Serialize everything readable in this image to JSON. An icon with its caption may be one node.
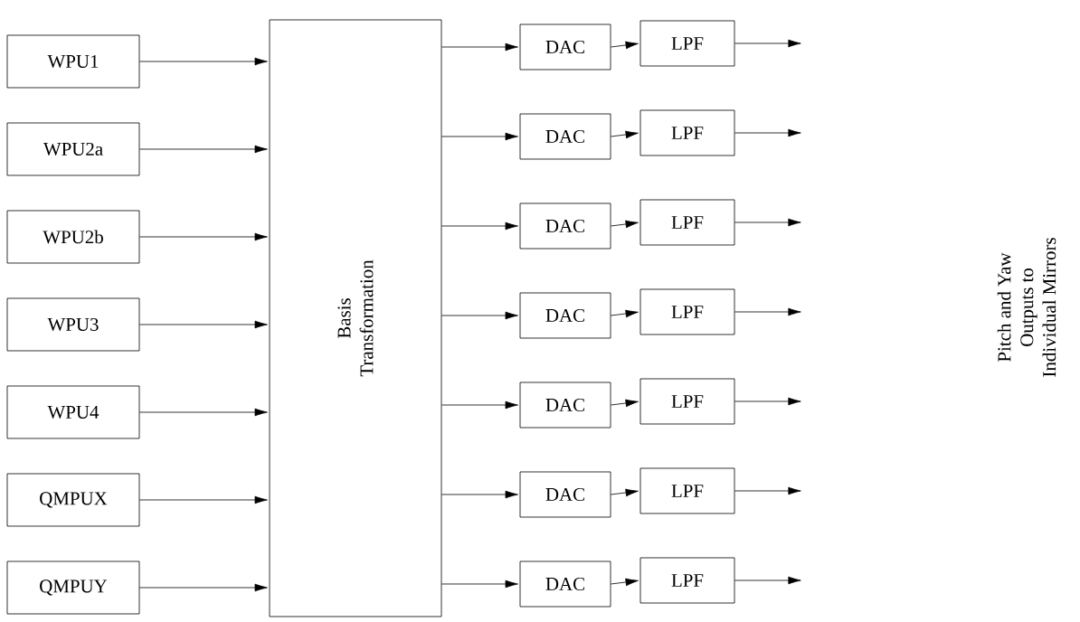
{
  "diagram": {
    "nodes": [
      {
        "text": [
          "WPU1"
        ]
      },
      {
        "text": [
          "WPU2a"
        ]
      },
      {
        "text": [
          "WPU2b"
        ]
      },
      {
        "text": [
          "WPU3"
        ]
      },
      {
        "text": [
          "WPU4"
        ]
      },
      {
        "text": [
          "QMPUX"
        ]
      },
      {
        "text": [
          "QMPUY"
        ]
      },
      {
        "text": [
          "Basis Transformation"
        ]
      },
      {
        "text": [
          "DAC"
        ]
      },
      {
        "text": [
          "LPF"
        ]
      },
      {
        "text": [
          "DAC"
        ]
      },
      {
        "text": [
          "LPF"
        ]
      },
      {
        "text": [
          "DAC"
        ]
      },
      {
        "text": [
          "LPF"
        ]
      },
      {
        "text": [
          "DAC"
        ]
      },
      {
        "text": [
          "LPF"
        ]
      },
      {
        "text": [
          "DAC"
        ]
      },
      {
        "text": [
          "LPF"
        ]
      },
      {
        "text": [
          "DAC"
        ]
      },
      {
        "text": [
          "LPF"
        ]
      },
      {
        "text": [
          "DAC"
        ]
      },
      {
        "text": [
          "LPF"
        ]
      }
    ],
    "edges": [
      {
        "from": 0,
        "to": 7,
        "arrow": "to"
      },
      {
        "from": 1,
        "to": 7,
        "arrow": "to"
      },
      {
        "from": 2,
        "to": 7,
        "arrow": "to"
      },
      {
        "from": 3,
        "to": 7,
        "arrow": "to"
      },
      {
        "from": 4,
        "to": 7,
        "arrow": "to"
      },
      {
        "from": 5,
        "to": 7,
        "arrow": "to"
      },
      {
        "from": 6,
        "to": 7,
        "arrow": "to"
      },
      {
        "from": 7,
        "to": 8,
        "arrow": "to"
      },
      {
        "from": 7,
        "to": 10,
        "arrow": "to"
      },
      {
        "from": 7,
        "to": 12,
        "arrow": "to"
      },
      {
        "from": 7,
        "to": 14,
        "arrow": "to"
      },
      {
        "from": 7,
        "to": 16,
        "arrow": "to"
      },
      {
        "from": 7,
        "to": 18,
        "arrow": "to"
      },
      {
        "from": 7,
        "to": 20,
        "arrow": "to"
      },
      {
        "from": 8,
        "to": 9,
        "arrow": "to"
      },
      {
        "from": 10,
        "to": 11,
        "arrow": "to"
      },
      {
        "from": 12,
        "to": 13,
        "arrow": "to"
      },
      {
        "from": 14,
        "to": 15,
        "arrow": "to"
      },
      {
        "from": 16,
        "to": 17,
        "arrow": "to"
      },
      {
        "from": 18,
        "to": 19,
        "arrow": "to"
      },
      {
        "from": 20,
        "to": 21,
        "arrow": "to"
      },
      {
        "from": 9,
        "to": null,
        "arrow": "to"
      },
      {
        "from": 11,
        "to": null,
        "arrow": "to"
      },
      {
        "from": 13,
        "to": null,
        "arrow": "to"
      },
      {
        "from": 15,
        "to": null,
        "arrow": "to"
      },
      {
        "from": 17,
        "to": null,
        "arrow": "to"
      },
      {
        "from": 19,
        "to": null,
        "arrow": "to"
      },
      {
        "from": 21,
        "to": null,
        "arrow": "to"
      }
    ],
    "labels": [
      "Pitch and Yaw Outputs to Individual Mirrors"
    ]
  }
}
